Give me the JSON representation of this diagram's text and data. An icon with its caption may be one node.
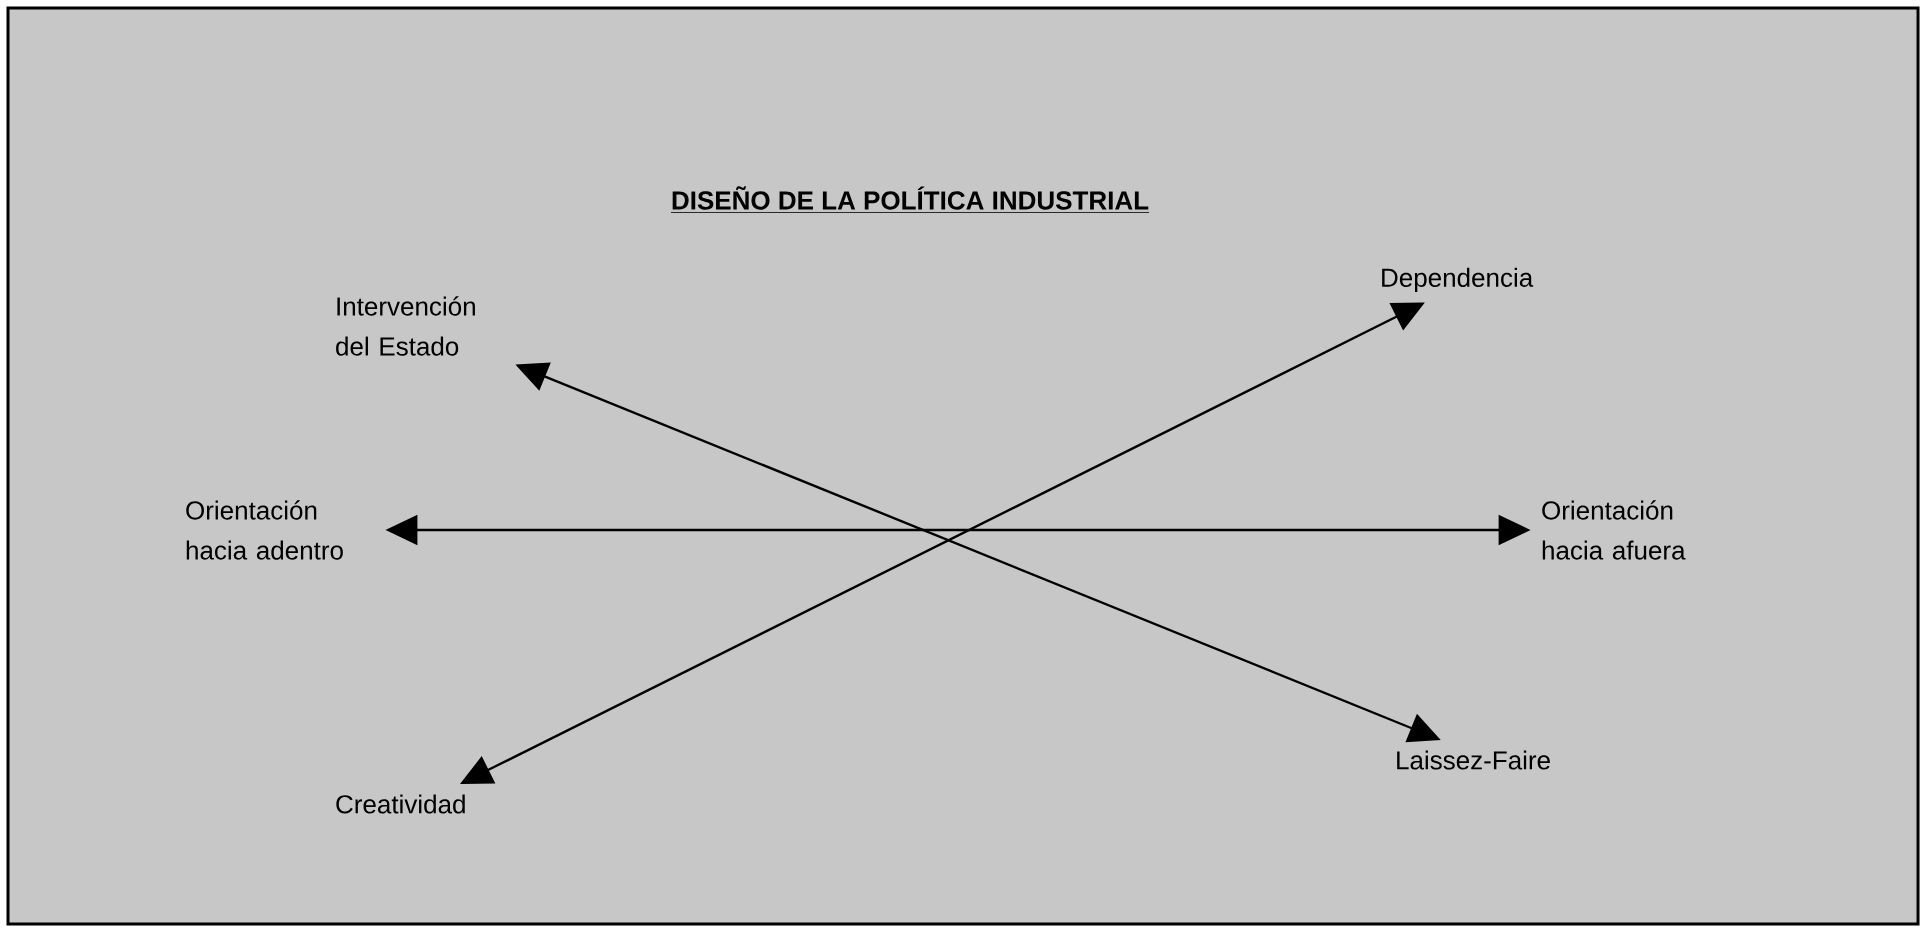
{
  "diagram": {
    "title": "DISEÑO DE LA POLÍTICA INDUSTRIAL",
    "nodes": [
      {
        "text": [
          "Intervención del Estado"
        ]
      },
      {
        "text": [
          "Dependencia"
        ]
      },
      {
        "text": [
          "Orientación hacia adentro"
        ]
      },
      {
        "text": [
          "Orientación hacia afuera"
        ]
      },
      {
        "text": [
          "Creatividad"
        ]
      },
      {
        "text": [
          "Laissez-Faire"
        ]
      }
    ],
    "edges": [
      {
        "from": 0,
        "to": 5,
        "arrow": "both"
      },
      {
        "from": 4,
        "to": 1,
        "arrow": "both"
      },
      {
        "from": 2,
        "to": 3,
        "arrow": "both"
      }
    ]
  }
}
